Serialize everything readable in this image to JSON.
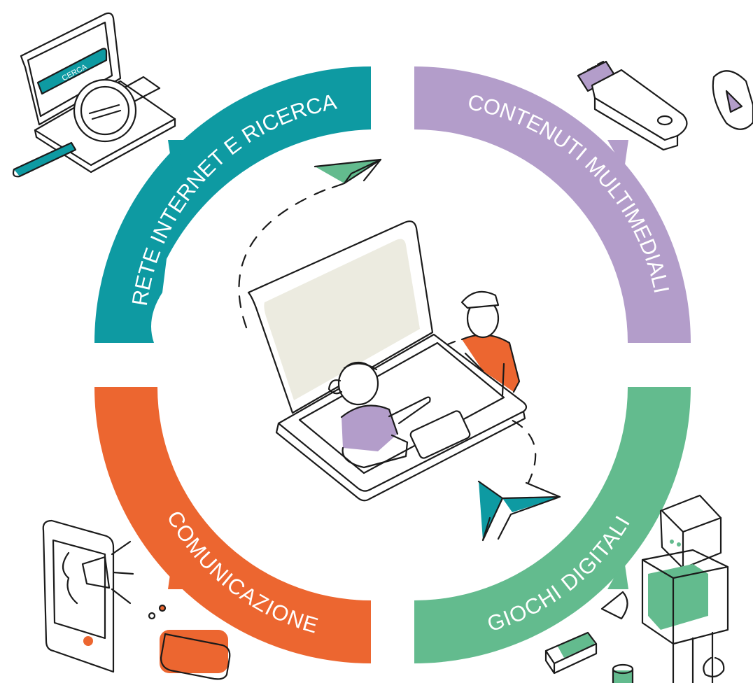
{
  "segments": [
    {
      "id": "rete",
      "label": "RETE INTERNET E RICERCA",
      "color": "#0e9aa2"
    },
    {
      "id": "contenuti",
      "label": "CONTENUTI MULTIMEDIALI",
      "color": "#b39dca"
    },
    {
      "id": "comunicazione",
      "label": "COMUNICAZIONE",
      "color": "#ec6630"
    },
    {
      "id": "giochi",
      "label": "GIOCHI DIGITALI",
      "color": "#63bb8e"
    }
  ],
  "icons": {
    "search_button_label": "CERCA"
  },
  "colors": {
    "screen": "#ecebe0",
    "ink": "#1b1b1b"
  }
}
